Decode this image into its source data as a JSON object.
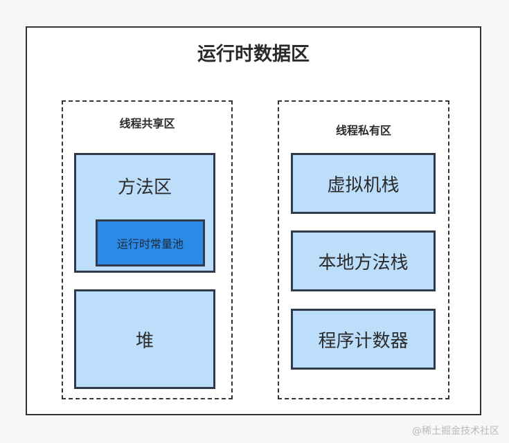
{
  "diagram": {
    "title": "运行时数据区",
    "shared_region": {
      "title": "线程共享区",
      "method_area": {
        "label": "方法区",
        "inner": "运行时常量池"
      },
      "heap": "堆"
    },
    "private_region": {
      "title": "线程私有区",
      "items": [
        "虚拟机栈",
        "本地方法栈",
        "程序计数器"
      ]
    },
    "colors": {
      "light_box": "#bcdefa",
      "dark_box": "#2b8ae6",
      "border": "#2f3b4a"
    }
  },
  "watermark": "@稀土掘金技术社区"
}
